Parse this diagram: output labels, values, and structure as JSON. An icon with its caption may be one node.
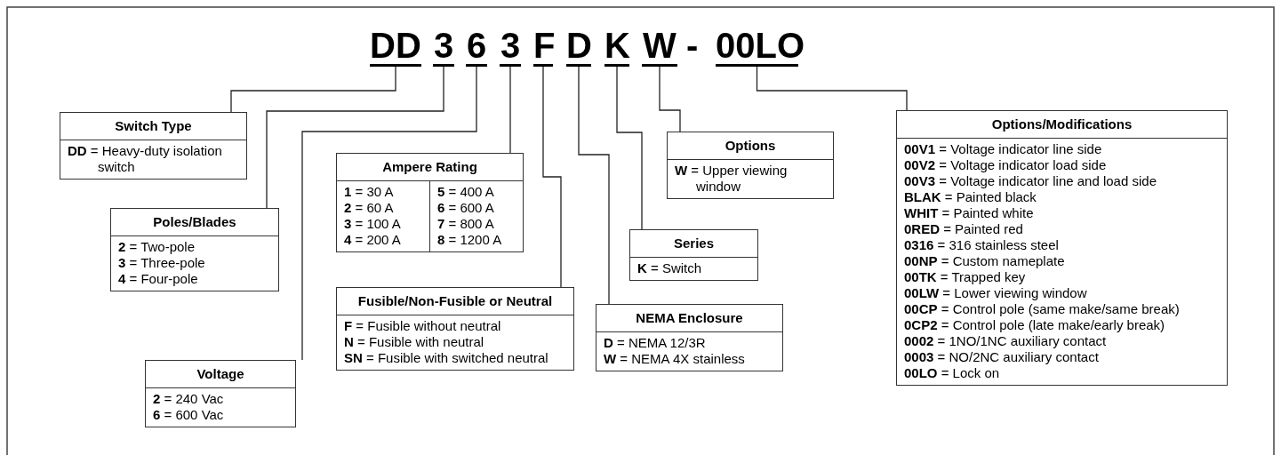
{
  "diagram": {
    "nodes": [
      {
        "text": [
          "DD"
        ]
      },
      {
        "text": [
          "3"
        ]
      },
      {
        "text": [
          "6"
        ]
      },
      {
        "text": [
          "3"
        ]
      },
      {
        "text": [
          "F"
        ]
      },
      {
        "text": [
          "D"
        ]
      },
      {
        "text": [
          "K"
        ]
      },
      {
        "text": [
          "W"
        ]
      },
      {
        "text": [
          "00LO"
        ]
      },
      {
        "text": [
          "Switch Type",
          "**DD** = Heavy-duty isolation switch"
        ]
      },
      {
        "text": [
          "Poles/Blades",
          "**2** = Two-pole",
          "**3** = Three-pole",
          "**4** = Four-pole"
        ]
      },
      {
        "text": [
          "Voltage",
          "**2** = 240 Vac",
          "**6** = 600 Vac"
        ]
      },
      {
        "text": [
          "Ampere Rating",
          "**1** = 30 A",
          "**2** = 60 A",
          "**3** = 100 A",
          "**4** = 200 A",
          "**5** = 400 A",
          "**6** = 600 A",
          "**7** = 800 A",
          "**8** = 1200 A"
        ]
      },
      {
        "text": [
          "Fusible/Non-Fusible or Neutral",
          "**F** = Fusible without neutral",
          "**N** = Fusible with neutral",
          "**SN** = Fusible with switched neutral"
        ]
      },
      {
        "text": [
          "NEMA Enclosure",
          "**D** = NEMA 12/3R",
          "**W** = NEMA 4X stainless"
        ]
      },
      {
        "text": [
          "Series",
          "**K** = Switch"
        ]
      },
      {
        "text": [
          "Options",
          "**W** = Upper viewing window"
        ]
      },
      {
        "text": [
          "Options/Modifications",
          "**00V1** = Voltage indicator line side",
          "**00V2** = Voltage indicator load side",
          "**00V3** = Voltage indicator line and load side",
          "**BLAK** = Painted black",
          "**WHIT** = Painted white",
          "**0RED** = Painted red",
          "**0316** = 316 stainless steel",
          "**00NP** = Custom nameplate",
          "**00TK** = Trapped key",
          "**00LW** = Lower viewing window",
          "**00CP** = Control pole (same make/same break)",
          "**0CP2** = Control pole (late make/early break)",
          "**0002** = 1NO/1NC auxiliary contact",
          "**0003** = NO/2NC auxiliary contact",
          "**00LO** = Lock on"
        ]
      }
    ],
    "edges": [
      {
        "from": 0,
        "to": 9,
        "arrow": "none"
      },
      {
        "from": 1,
        "to": 10,
        "arrow": "none"
      },
      {
        "from": 2,
        "to": 11,
        "arrow": "none"
      },
      {
        "from": 3,
        "to": 12,
        "arrow": "none"
      },
      {
        "from": 4,
        "to": 13,
        "arrow": "none"
      },
      {
        "from": 5,
        "to": 14,
        "arrow": "none"
      },
      {
        "from": 6,
        "to": 15,
        "arrow": "none"
      },
      {
        "from": 7,
        "to": 16,
        "arrow": "none"
      },
      {
        "from": 8,
        "to": 17,
        "arrow": "none"
      }
    ],
    "labels": [
      "-"
    ]
  }
}
